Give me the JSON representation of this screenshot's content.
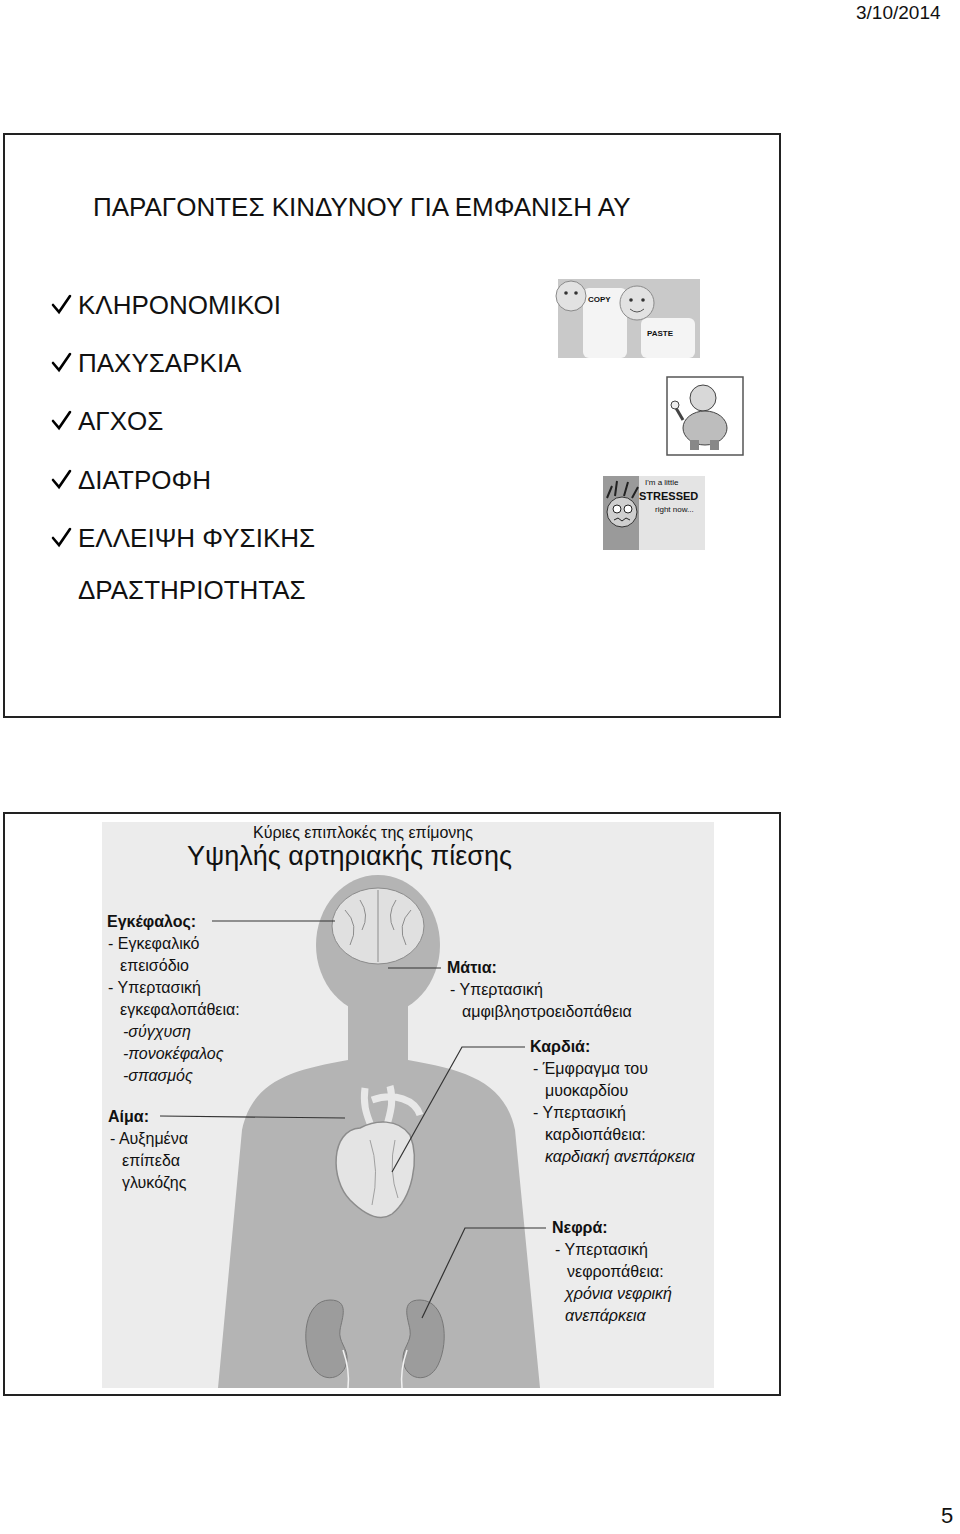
{
  "diagram": {
    "nodes": [
      {
        "text": [
          "ΠΑΡΑΓΟΝΤΕΣ ΚΙΝΔΥΝΟΥ ΓΙΑ ΕΜΦΑΝΙΣΗ ΑΥ",
          "ΚΛΗΡΟΝΟΜΙΚΟΙ",
          "ΠΑΧΥΣΑΡΚΙΑ",
          "ΑΓΧΟΣ",
          "ΔΙΑΤΡΟΦΗ",
          "ΕΛΛΕΙΨΗ ΦΥΣΙΚΗΣ ΔΡΑΣΤΗΡΙΟΤΗΤΑΣ"
        ]
      },
      {
        "text": [
          "Κύριες επιπλοκές της επίμονης",
          "Υψηλής αρτηριακής πίεσης",
          "Εγκέφαλος:",
          "- Εγκεφαλικό επεισόδιο",
          "- Υπερτασική εγκεφαλοπάθεια:",
          "-σύγχυση",
          "-πονοκέφαλος",
          "-σπασμός",
          "Μάτια:",
          "- Υπερτασική αμφιβληστροειδοπάθεια",
          "Καρδιά:",
          "- Έμφραγμα του μυοκαρδίου",
          "- Υπερτασική καρδιοπάθεια:",
          "καρδιακή ανεπάρκεια",
          "Αίμα:",
          "- Αυξημένα επίπεδα γλυκόζης",
          "Νεφρά:",
          "- Υπερτασική νεφροπάθεια:",
          "χρόνια νεφρική ανεπάρκεια"
        ]
      }
    ],
    "labels": [
      "3/10/2014",
      "COPY",
      "PASTE",
      "I'm a little",
      "STRESSED",
      "right now...",
      "5"
    ]
  }
}
